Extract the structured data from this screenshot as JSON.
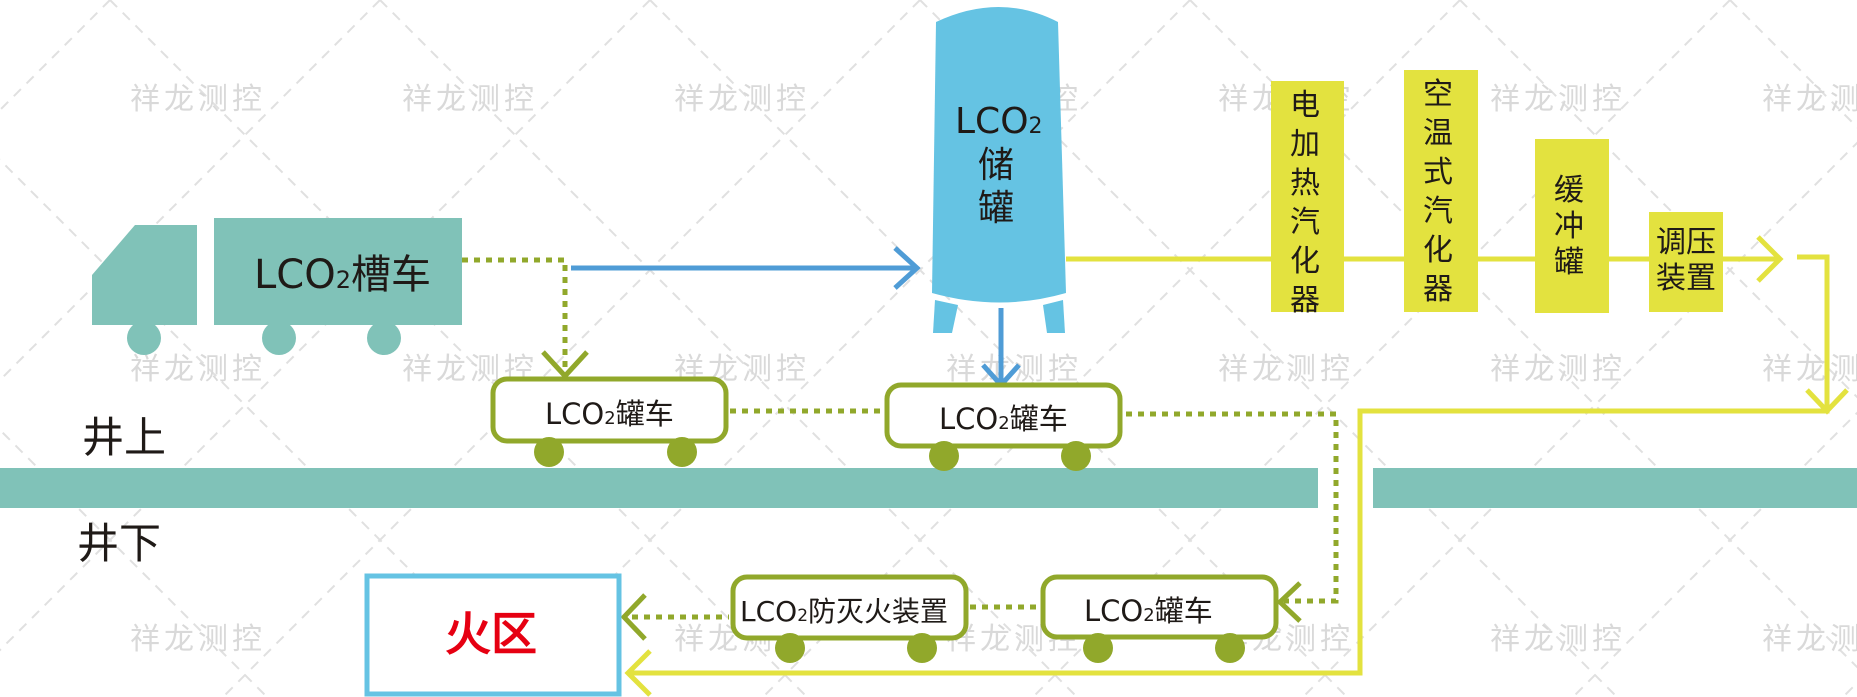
{
  "diagram": {
    "title": "LCO2 fire prevention supply process",
    "colors": {
      "teal": "#80c2b8",
      "tank_blue": "#65c3e3",
      "flow_blue": "#4f9cd6",
      "olive_green": "#91a82b",
      "yellow": "#e3e23f",
      "fire_red": "#e60012",
      "fire_border": "#65c3e3",
      "watermark": "#d9d9d9"
    },
    "watermark": "祥龙测控",
    "levels": {
      "above_ground": "井上",
      "underground": "井下"
    },
    "tanker_truck": {
      "label_prefix": "LCO",
      "label_sub": "2",
      "label_suffix": "槽车"
    },
    "storage_tank": {
      "line1_prefix": "LCO",
      "line1_sub": "2",
      "line2": "储",
      "line3": "罐"
    },
    "equipment": [
      {
        "id": "electric-vaporizer",
        "chars": [
          "电",
          "加",
          "热",
          "汽",
          "化",
          "器"
        ]
      },
      {
        "id": "ambient-vaporizer",
        "chars": [
          "空",
          "温",
          "式",
          "汽",
          "化",
          "器"
        ]
      },
      {
        "id": "buffer-tank",
        "chars": [
          "缓",
          "冲",
          "罐"
        ]
      },
      {
        "id": "pressure-regulator",
        "lines": [
          "调压",
          "装置"
        ]
      }
    ],
    "cars": [
      {
        "id": "surface-car-1",
        "prefix": "LCO",
        "sub": "2",
        "suffix": "罐车"
      },
      {
        "id": "surface-car-2",
        "prefix": "LCO",
        "sub": "2",
        "suffix": "罐车"
      },
      {
        "id": "underground-car",
        "prefix": "LCO",
        "sub": "2",
        "suffix": "罐车"
      },
      {
        "id": "fire-prevention-device",
        "prefix": "LCO",
        "sub": "2",
        "suffix": "防灭火装置"
      }
    ],
    "fire_zone": {
      "label": "火区"
    }
  }
}
